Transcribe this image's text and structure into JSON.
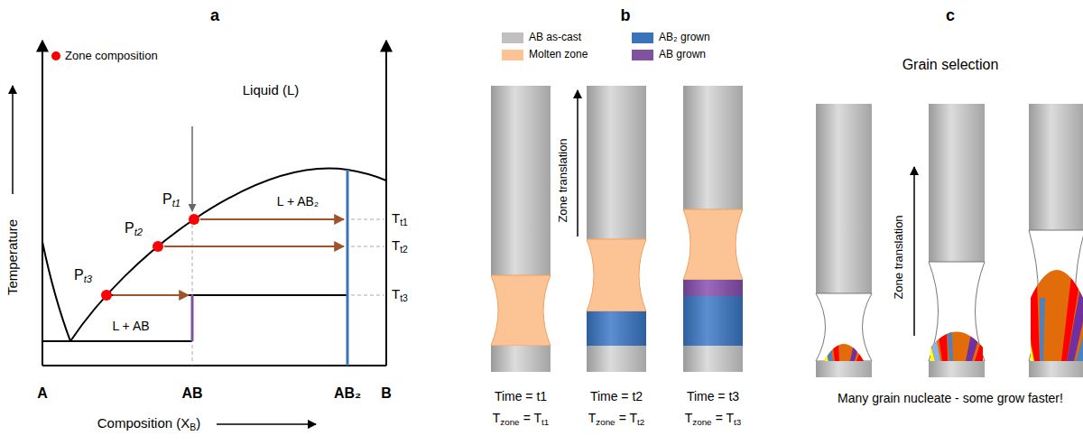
{
  "diagram": {
    "labels": [
      "a",
      "b",
      "c",
      "Liquid (L)",
      "Temperature",
      "Composition (X",
      "B",
      ")",
      "A",
      "AB",
      "AB₂",
      "B",
      "L + AB₂",
      "L + AB",
      "P",
      "t1",
      "P",
      "t2",
      "P",
      "t3",
      "T",
      "t1",
      "T",
      "t2",
      "T",
      "t3",
      "Zone translation",
      "Time = t1",
      "T",
      "zone",
      "= T",
      "t1",
      "Time = t2",
      "T",
      "zone",
      "= T",
      "t2",
      "Time = t3",
      "T",
      "zone",
      "= T",
      "t3",
      "Grain selection",
      "Zone translation",
      "Many grain nucleate - some grow faster!"
    ],
    "legend": [
      {
        "text": "Zone composition",
        "color": "#ff0000"
      },
      {
        "text": "AB as-cast",
        "color": "#c0c0c0"
      },
      {
        "text": "Molten zone",
        "color": "#fcc494"
      },
      {
        "text": "AB₂ grown",
        "color": "#3a73b8"
      },
      {
        "text": "AB grown",
        "color": "#8052a0"
      }
    ]
  }
}
